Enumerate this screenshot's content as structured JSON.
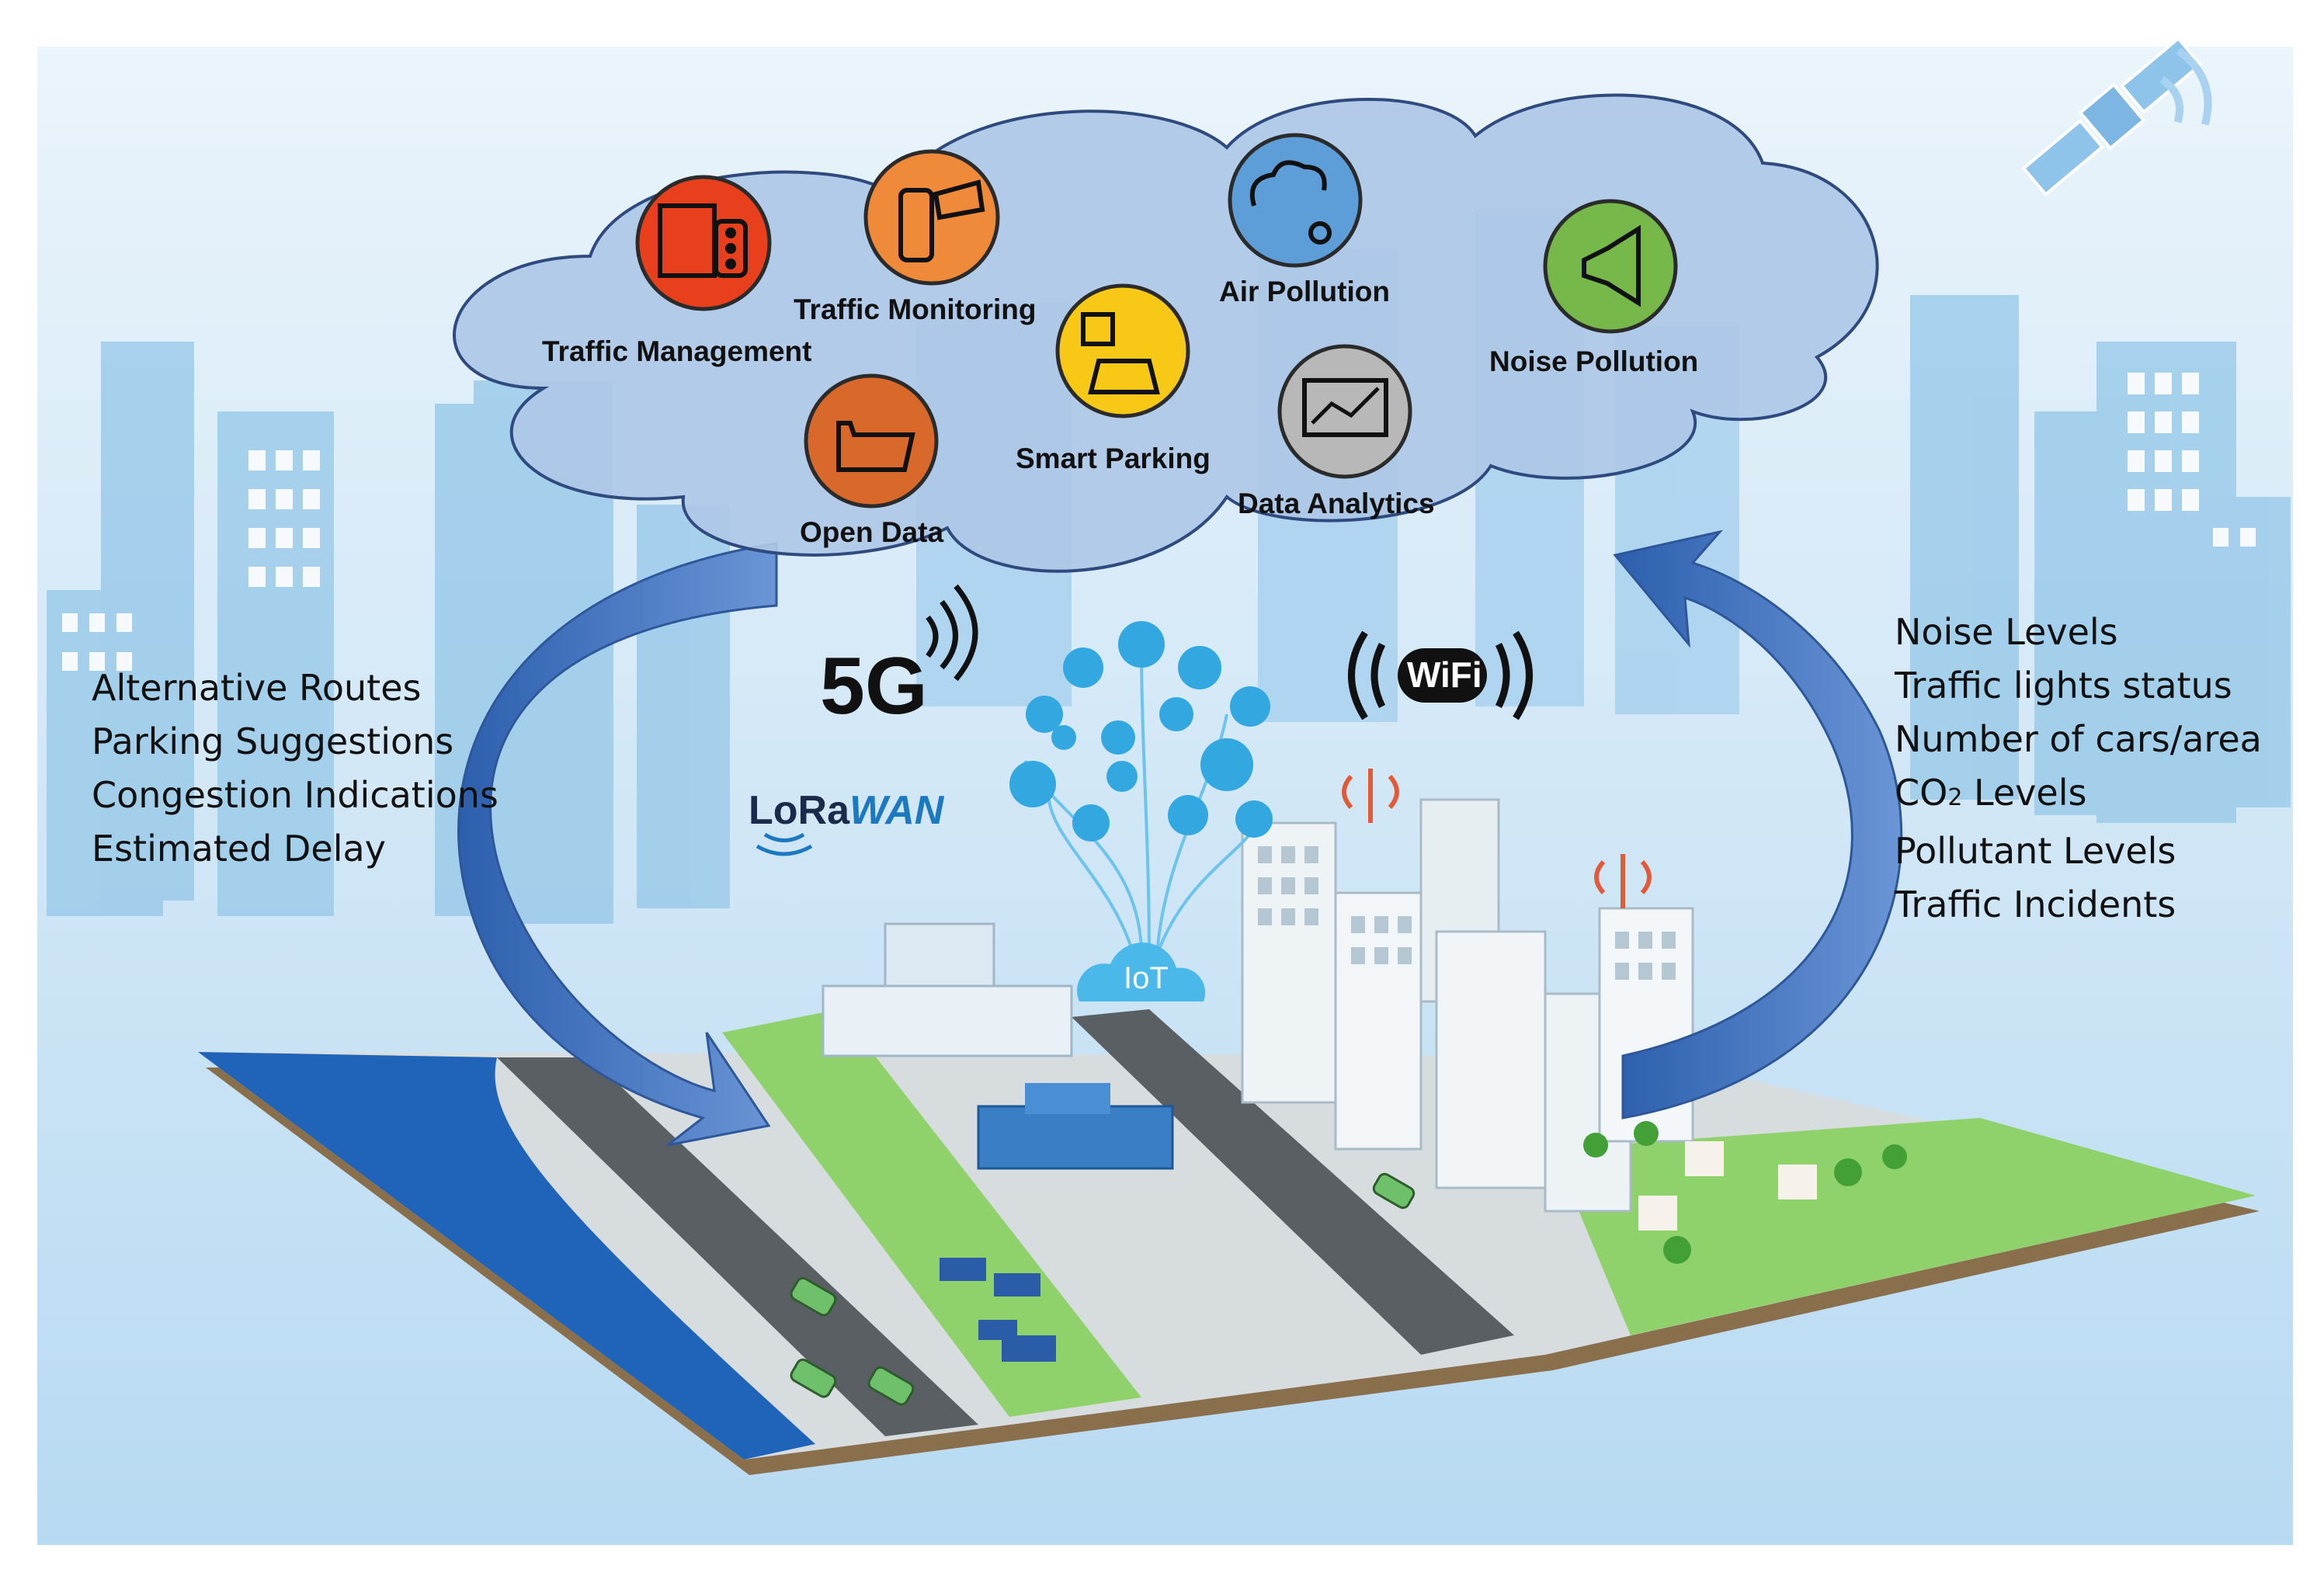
{
  "services": [
    {
      "label": "Traffic Management",
      "icon": "traffic-management-icon",
      "color": "#E8401C"
    },
    {
      "label": "Traffic Monitoring",
      "icon": "traffic-camera-icon",
      "color": "#EE8A3A"
    },
    {
      "label": "Smart Parking",
      "icon": "smart-parking-icon",
      "color": "#F7C816"
    },
    {
      "label": "Open Data",
      "icon": "open-data-icon",
      "color": "#D9692A"
    },
    {
      "label": "Air Pollution",
      "icon": "air-pollution-icon",
      "color": "#5E9ED8"
    },
    {
      "label": "Data Analytics",
      "icon": "data-analytics-icon",
      "color": "#B8B8B8"
    },
    {
      "label": "Noise Pollution",
      "icon": "noise-pollution-icon",
      "color": "#76B84A"
    }
  ],
  "outputs_to_citizens": [
    "Alternative Routes",
    "Parking Suggestions",
    "Congestion Indications",
    "Estimated Delay"
  ],
  "sensor_inputs": {
    "noise": "Noise Levels",
    "lights": "Traffic lights status",
    "cars": "Number of cars/area",
    "co2_main": "CO",
    "co2_sub": "2",
    "co2_rest": " Levels",
    "pollutant": "Pollutant Levels",
    "incidents": "Traffic Incidents"
  },
  "connectivity": {
    "fiveg": "5G",
    "lora_a": "LoRa",
    "lora_b": "WAN",
    "wifi": "WiFi",
    "iot": "IoT"
  },
  "colors": {
    "sky": "#C9E3F4",
    "cloud_fill": "#AEC8E6",
    "cloud_stroke": "#2F4A7E",
    "arrow": "#3E6DB5",
    "ground_grass": "#8FD16A",
    "river": "#1F64B8"
  }
}
